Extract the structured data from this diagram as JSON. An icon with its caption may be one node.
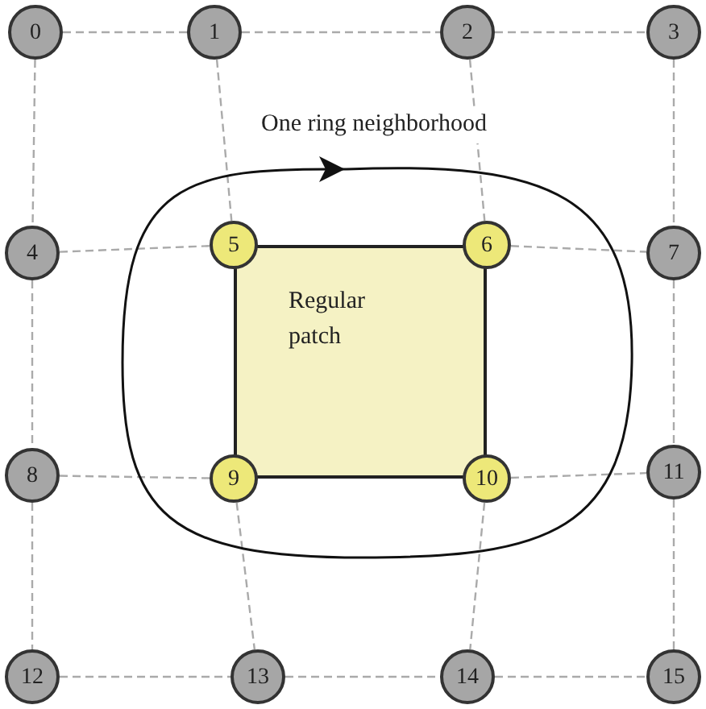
{
  "diagram": {
    "nodes": [
      {
        "text": [
          "0"
        ]
      },
      {
        "text": [
          "1"
        ]
      },
      {
        "text": [
          "2"
        ]
      },
      {
        "text": [
          "3"
        ]
      },
      {
        "text": [
          "4"
        ]
      },
      {
        "text": [
          "5"
        ]
      },
      {
        "text": [
          "6"
        ]
      },
      {
        "text": [
          "7"
        ]
      },
      {
        "text": [
          "8"
        ]
      },
      {
        "text": [
          "9"
        ]
      },
      {
        "text": [
          "10"
        ]
      },
      {
        "text": [
          "11"
        ]
      },
      {
        "text": [
          "12"
        ]
      },
      {
        "text": [
          "13"
        ]
      },
      {
        "text": [
          "14"
        ]
      },
      {
        "text": [
          "15"
        ]
      },
      {
        "text": [
          "Regular patch"
        ]
      }
    ],
    "edges": [
      {
        "from": 0,
        "to": 1,
        "arrow": "none",
        "style": "dashed"
      },
      {
        "from": 1,
        "to": 2,
        "arrow": "none",
        "style": "dashed"
      },
      {
        "from": 2,
        "to": 3,
        "arrow": "none",
        "style": "dashed"
      },
      {
        "from": 4,
        "to": 5,
        "arrow": "none",
        "style": "dashed"
      },
      {
        "from": 6,
        "to": 7,
        "arrow": "none",
        "style": "dashed"
      },
      {
        "from": 8,
        "to": 9,
        "arrow": "none",
        "style": "dashed"
      },
      {
        "from": 10,
        "to": 11,
        "arrow": "none",
        "style": "dashed"
      },
      {
        "from": 12,
        "to": 13,
        "arrow": "none",
        "style": "dashed"
      },
      {
        "from": 13,
        "to": 14,
        "arrow": "none",
        "style": "dashed"
      },
      {
        "from": 14,
        "to": 15,
        "arrow": "none",
        "style": "dashed"
      },
      {
        "from": 0,
        "to": 4,
        "arrow": "none",
        "style": "dashed"
      },
      {
        "from": 4,
        "to": 8,
        "arrow": "none",
        "style": "dashed"
      },
      {
        "from": 8,
        "to": 12,
        "arrow": "none",
        "style": "dashed"
      },
      {
        "from": 1,
        "to": 5,
        "arrow": "none",
        "style": "dashed"
      },
      {
        "from": 9,
        "to": 13,
        "arrow": "none",
        "style": "dashed"
      },
      {
        "from": 2,
        "to": 6,
        "arrow": "none",
        "style": "dashed"
      },
      {
        "from": 10,
        "to": 14,
        "arrow": "none",
        "style": "dashed"
      },
      {
        "from": 3,
        "to": 7,
        "arrow": "none",
        "style": "dashed"
      },
      {
        "from": 7,
        "to": 11,
        "arrow": "none",
        "style": "dashed"
      },
      {
        "from": 11,
        "to": 15,
        "arrow": "none",
        "style": "dashed"
      }
    ],
    "labels": [
      "One ring neighborhood"
    ]
  }
}
